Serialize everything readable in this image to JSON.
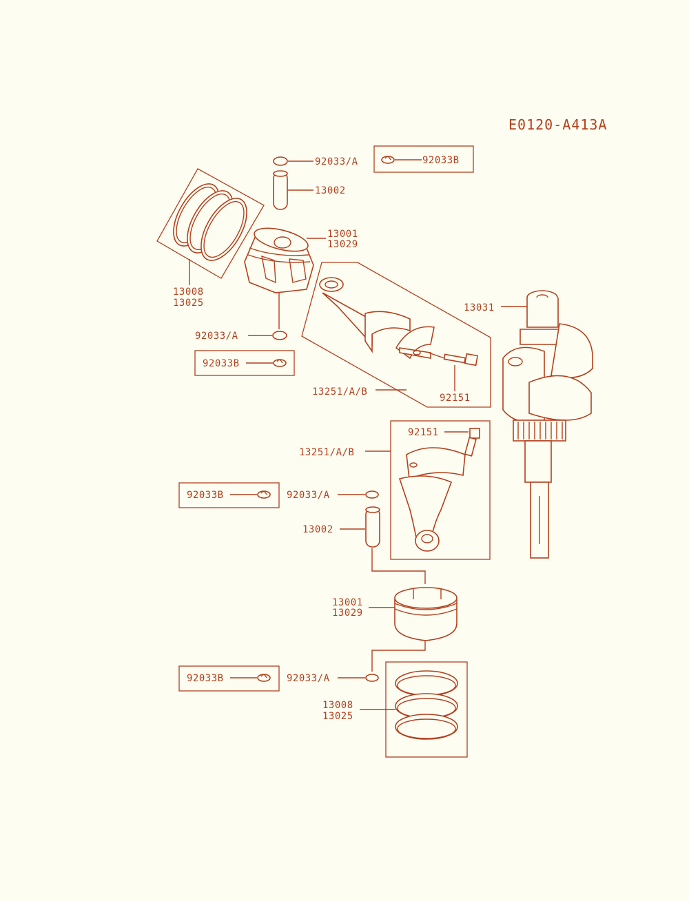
{
  "diagram": {
    "code": "E0120-A413A",
    "labels": {
      "a_92033A_top": "92033/A",
      "a_92033B_top": "92033B",
      "a_13002_top": "13002",
      "a_13001_top": "13001",
      "a_13029_top": "13029",
      "a_13008_top": "13008",
      "a_13025_top": "13025",
      "a_92033A_mid": "92033/A",
      "a_92033B_mid": "92033B",
      "a_13031": "13031",
      "a_13251_top": "13251/A/B",
      "a_92151_top": "92151",
      "a_92151_mid": "92151",
      "a_13251_mid": "13251/A/B",
      "a_92033B_low1": "92033B",
      "a_92033A_low1": "92033/A",
      "a_13002_low": "13002",
      "a_13001_low": "13001",
      "a_13029_low": "13029",
      "a_92033B_low2": "92033B",
      "a_92033A_low2": "92033/A",
      "a_13008_low": "13008",
      "a_13025_low": "13025"
    }
  }
}
